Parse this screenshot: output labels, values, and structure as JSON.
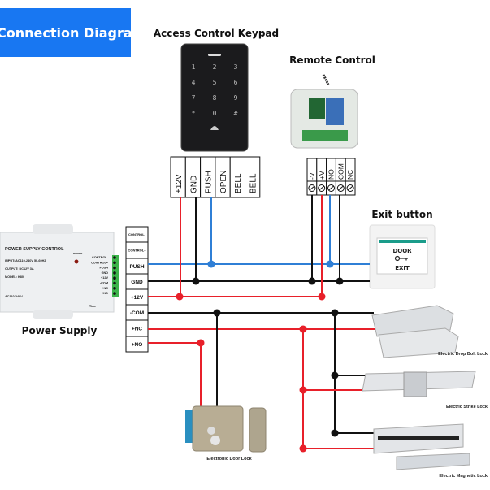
{
  "header": {
    "title": "Connection Diagram:",
    "color": "#1877f2"
  },
  "keypad": {
    "title": "Access Control Keypad",
    "keys": [
      "1",
      "2",
      "3",
      "4",
      "5",
      "6",
      "7",
      "8",
      "9",
      "*",
      "0",
      "#"
    ],
    "terminals": [
      "+12V",
      "GND",
      "PUSH",
      "OPEN",
      "BELL",
      "BELL"
    ]
  },
  "remote": {
    "title": "Remote Control",
    "terminals": [
      "-V",
      "+V",
      "NO",
      "COM",
      "NC"
    ]
  },
  "exit_button": {
    "title": "Exit button",
    "line1": "DOOR",
    "line2": "EXIT"
  },
  "power_supply": {
    "title": "Power Supply",
    "brand": "POWER SUPPLY CONTROL",
    "input": "INPUT: AC110-240V 50-60HZ",
    "output": "OUTPUT: DC12V 3A",
    "model": "MODEL: K80",
    "ac": "AC110-240V",
    "power_led": "POWER",
    "time": "Time",
    "side_terminals": [
      "CONTROL-",
      "CONTROL+",
      "PUSH",
      "GND",
      "+12V",
      "-COM",
      "+NC",
      "+NO"
    ],
    "terminals": [
      "CONTROL-",
      "CONTROL+",
      "PUSH",
      "GND",
      "+12V",
      "-COM",
      "+NC",
      "+NO"
    ]
  },
  "locks": {
    "door": "Electronic Door Lock",
    "drop_bolt": "Electric Drop Bolt Lock",
    "strike": "Electric Strike Lock",
    "magnetic": "Electric Magnetic Lock"
  },
  "colors": {
    "positive": "#e8202a",
    "ground": "#111111",
    "push": "#2f7fd6"
  }
}
